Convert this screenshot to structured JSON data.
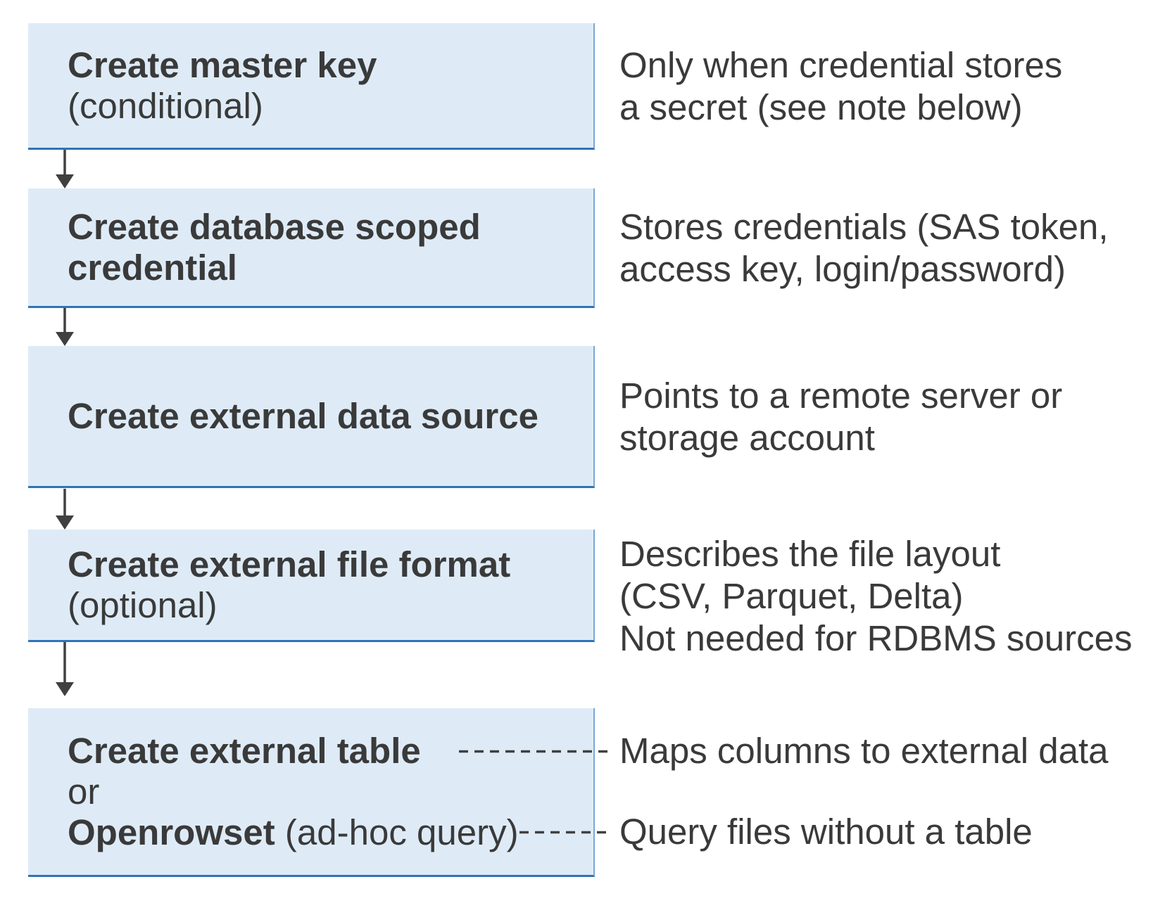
{
  "diagram": {
    "colors": {
      "box_fill": "#deebf7",
      "box_border": "#2e75b6",
      "box_border_right": "#7ba7d4",
      "text": "#3a3a3a",
      "connector": "#404040"
    },
    "steps": [
      {
        "title": "Create master key",
        "subtitle": "(conditional)",
        "note": "Only when credential stores\na secret (see note below)"
      },
      {
        "title": "Create database scoped\ncredential",
        "note": "Stores credentials (SAS token,\naccess key, login/password)"
      },
      {
        "title": "Create external data source",
        "note": "Points to a remote server or\nstorage account"
      },
      {
        "title": "Create external file format",
        "subtitle": "(optional)",
        "note": "Describes the file layout\n(CSV, Parquet, Delta)\nNot needed for RDBMS sources"
      },
      {
        "title": "Create external table",
        "or_label": "or",
        "alt_title": "Openrowset",
        "alt_suffix": " (ad-hoc query)",
        "note_table": "Maps columns to external data",
        "note_openrowset": "Query files without a table"
      }
    ]
  }
}
